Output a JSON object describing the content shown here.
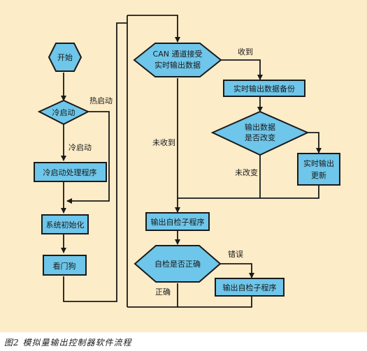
{
  "diagram": {
    "caption": "图2  模拟量输出控制器软件流程",
    "nodes": {
      "start": "开始",
      "cold_start_decision": "冷启动",
      "cold_init_routine": "冷启动处理程序",
      "system_init": "系统初始化",
      "watchdog": "看门狗",
      "can_line1": "CAN 通道接受",
      "can_line2": "实时输出数据",
      "backup": "实时输出数据备份",
      "changed_line1": "输出数据",
      "changed_line2": "是否改变",
      "realtime_line1": "实时输出",
      "realtime_line2": "更新",
      "output_selftest": "输出自检子程序",
      "selftest_decision": "自检是否正确",
      "output_selftest2": "输出自检子程序"
    },
    "edge_labels": {
      "hot_start": "热启动",
      "cold_start": "冷启动",
      "received": "收到",
      "not_received": "未收到",
      "unchanged": "未改变",
      "error": "错误",
      "correct": "正确"
    }
  },
  "colors": {
    "panel_bg": "#fcecc8",
    "node_fill": "#6ec6ea",
    "node_stroke": "#1a1a1a",
    "edge": "#1a1a1a"
  }
}
